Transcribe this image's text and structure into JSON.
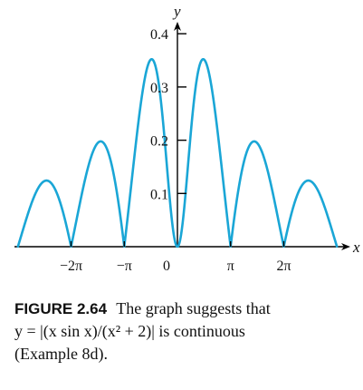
{
  "chart_data": {
    "type": "line",
    "title": "",
    "xlabel": "x",
    "ylabel": "y",
    "xlim": [
      -10.0,
      10.4
    ],
    "ylim": [
      0,
      0.44
    ],
    "x_ticks": [
      {
        "value": -6.2832,
        "label": "−2π"
      },
      {
        "value": -3.1416,
        "label": "−π"
      },
      {
        "value": 0,
        "label": "0"
      },
      {
        "value": 3.1416,
        "label": "π"
      },
      {
        "value": 6.2832,
        "label": "2π"
      }
    ],
    "y_ticks": [
      {
        "value": 0.1,
        "label": "0.1"
      },
      {
        "value": 0.2,
        "label": "0.2"
      },
      {
        "value": 0.3,
        "label": "0.3"
      },
      {
        "value": 0.4,
        "label": "0.4"
      }
    ],
    "grid": false,
    "series": [
      {
        "color": "#1aa6d6",
        "formula": "y = |(x sin x)/(x^2 + 2)|",
        "x_range": [
          -9.42,
          9.42
        ],
        "points": [
          {
            "x": -9.42,
            "y": 0.0
          },
          {
            "x": -7.85,
            "y": 0.121
          },
          {
            "x": -6.28,
            "y": 0.0
          },
          {
            "x": -4.71,
            "y": 0.194
          },
          {
            "x": -3.14,
            "y": 0.0
          },
          {
            "x": -1.57,
            "y": 0.351
          },
          {
            "x": 0.0,
            "y": 0.0
          },
          {
            "x": 1.57,
            "y": 0.351
          },
          {
            "x": 3.14,
            "y": 0.0
          },
          {
            "x": 4.71,
            "y": 0.194
          },
          {
            "x": 6.28,
            "y": 0.0
          },
          {
            "x": 7.85,
            "y": 0.121
          },
          {
            "x": 9.42,
            "y": 0.0
          }
        ]
      }
    ]
  },
  "caption": {
    "figure_label": "FIGURE 2.64",
    "line1_text": "The graph suggests that",
    "line2_text": "y = |(x sin x)/(x² + 2)| is continuous",
    "line3_text": "(Example 8d)."
  }
}
